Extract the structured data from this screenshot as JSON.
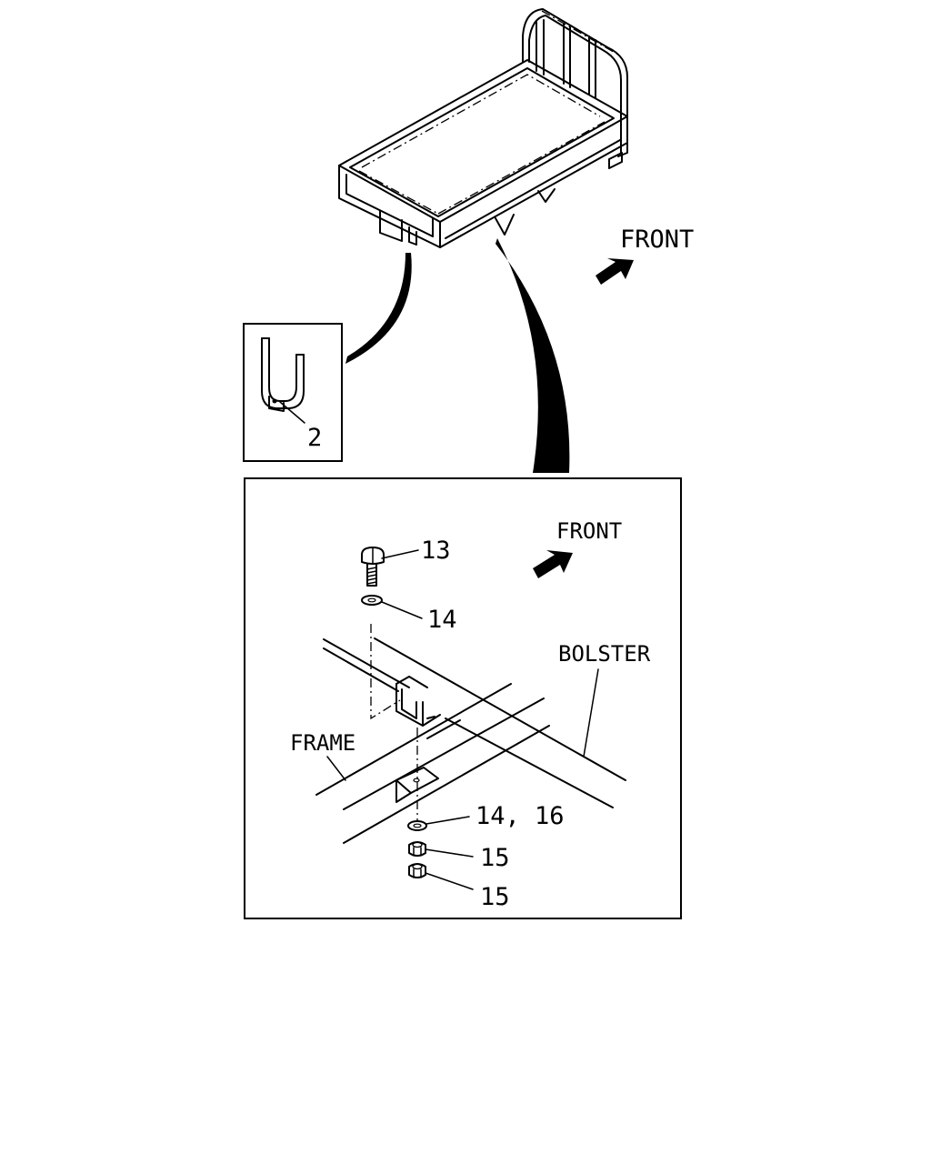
{
  "labels": {
    "front_top": "FRONT",
    "front_detail": "FRONT",
    "bolster": "BOLSTER",
    "frame": "FRAME"
  },
  "callouts": {
    "bracket": "2",
    "bolt": "13",
    "washer_top": "14",
    "washer_bottom": "14, 16",
    "nut_upper": "15",
    "nut_lower": "15"
  }
}
